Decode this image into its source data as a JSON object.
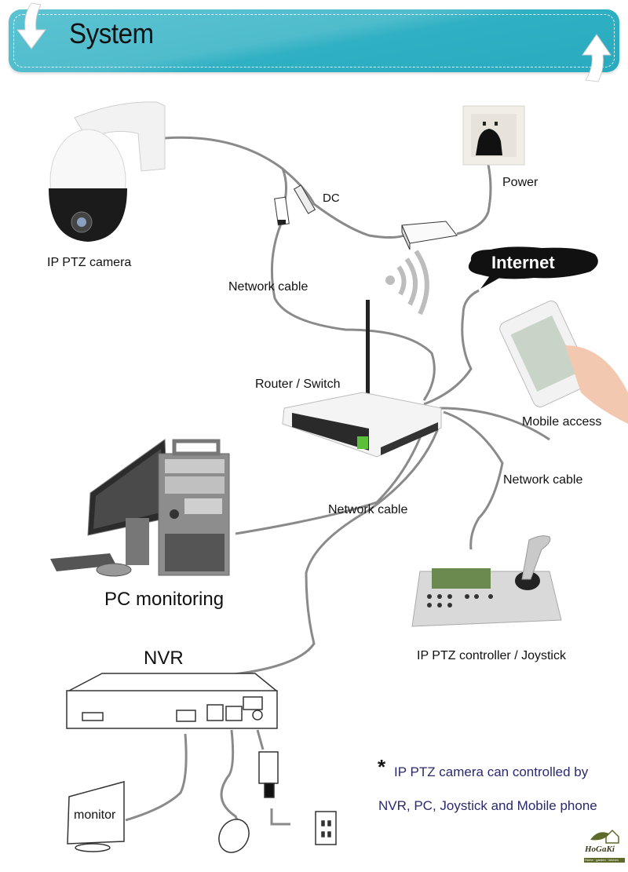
{
  "banner": {
    "title": "System",
    "color": "#3fb6c8"
  },
  "devices": {
    "camera": "IP PTZ camera",
    "power": "Power",
    "dc": "DC",
    "internet": "Internet",
    "network_cable_top": "Network cable",
    "router": "Router / Switch",
    "mobile": "Mobile access",
    "network_cable_right": "Network cable",
    "network_cable_mid": "Network cable",
    "pc": "PC monitoring",
    "joystick": "IP PTZ controller / Joystick",
    "nvr": "NVR",
    "monitor": "monitor"
  },
  "note": {
    "asterisk": "*",
    "line1": "IP PTZ camera can controlled by",
    "line2": "NVR, PC, Joystick and Mobile phone",
    "color": "#2a2a6e"
  },
  "logo": {
    "name": "HoGaKi",
    "tagline": "Home · garden · kitchen"
  }
}
